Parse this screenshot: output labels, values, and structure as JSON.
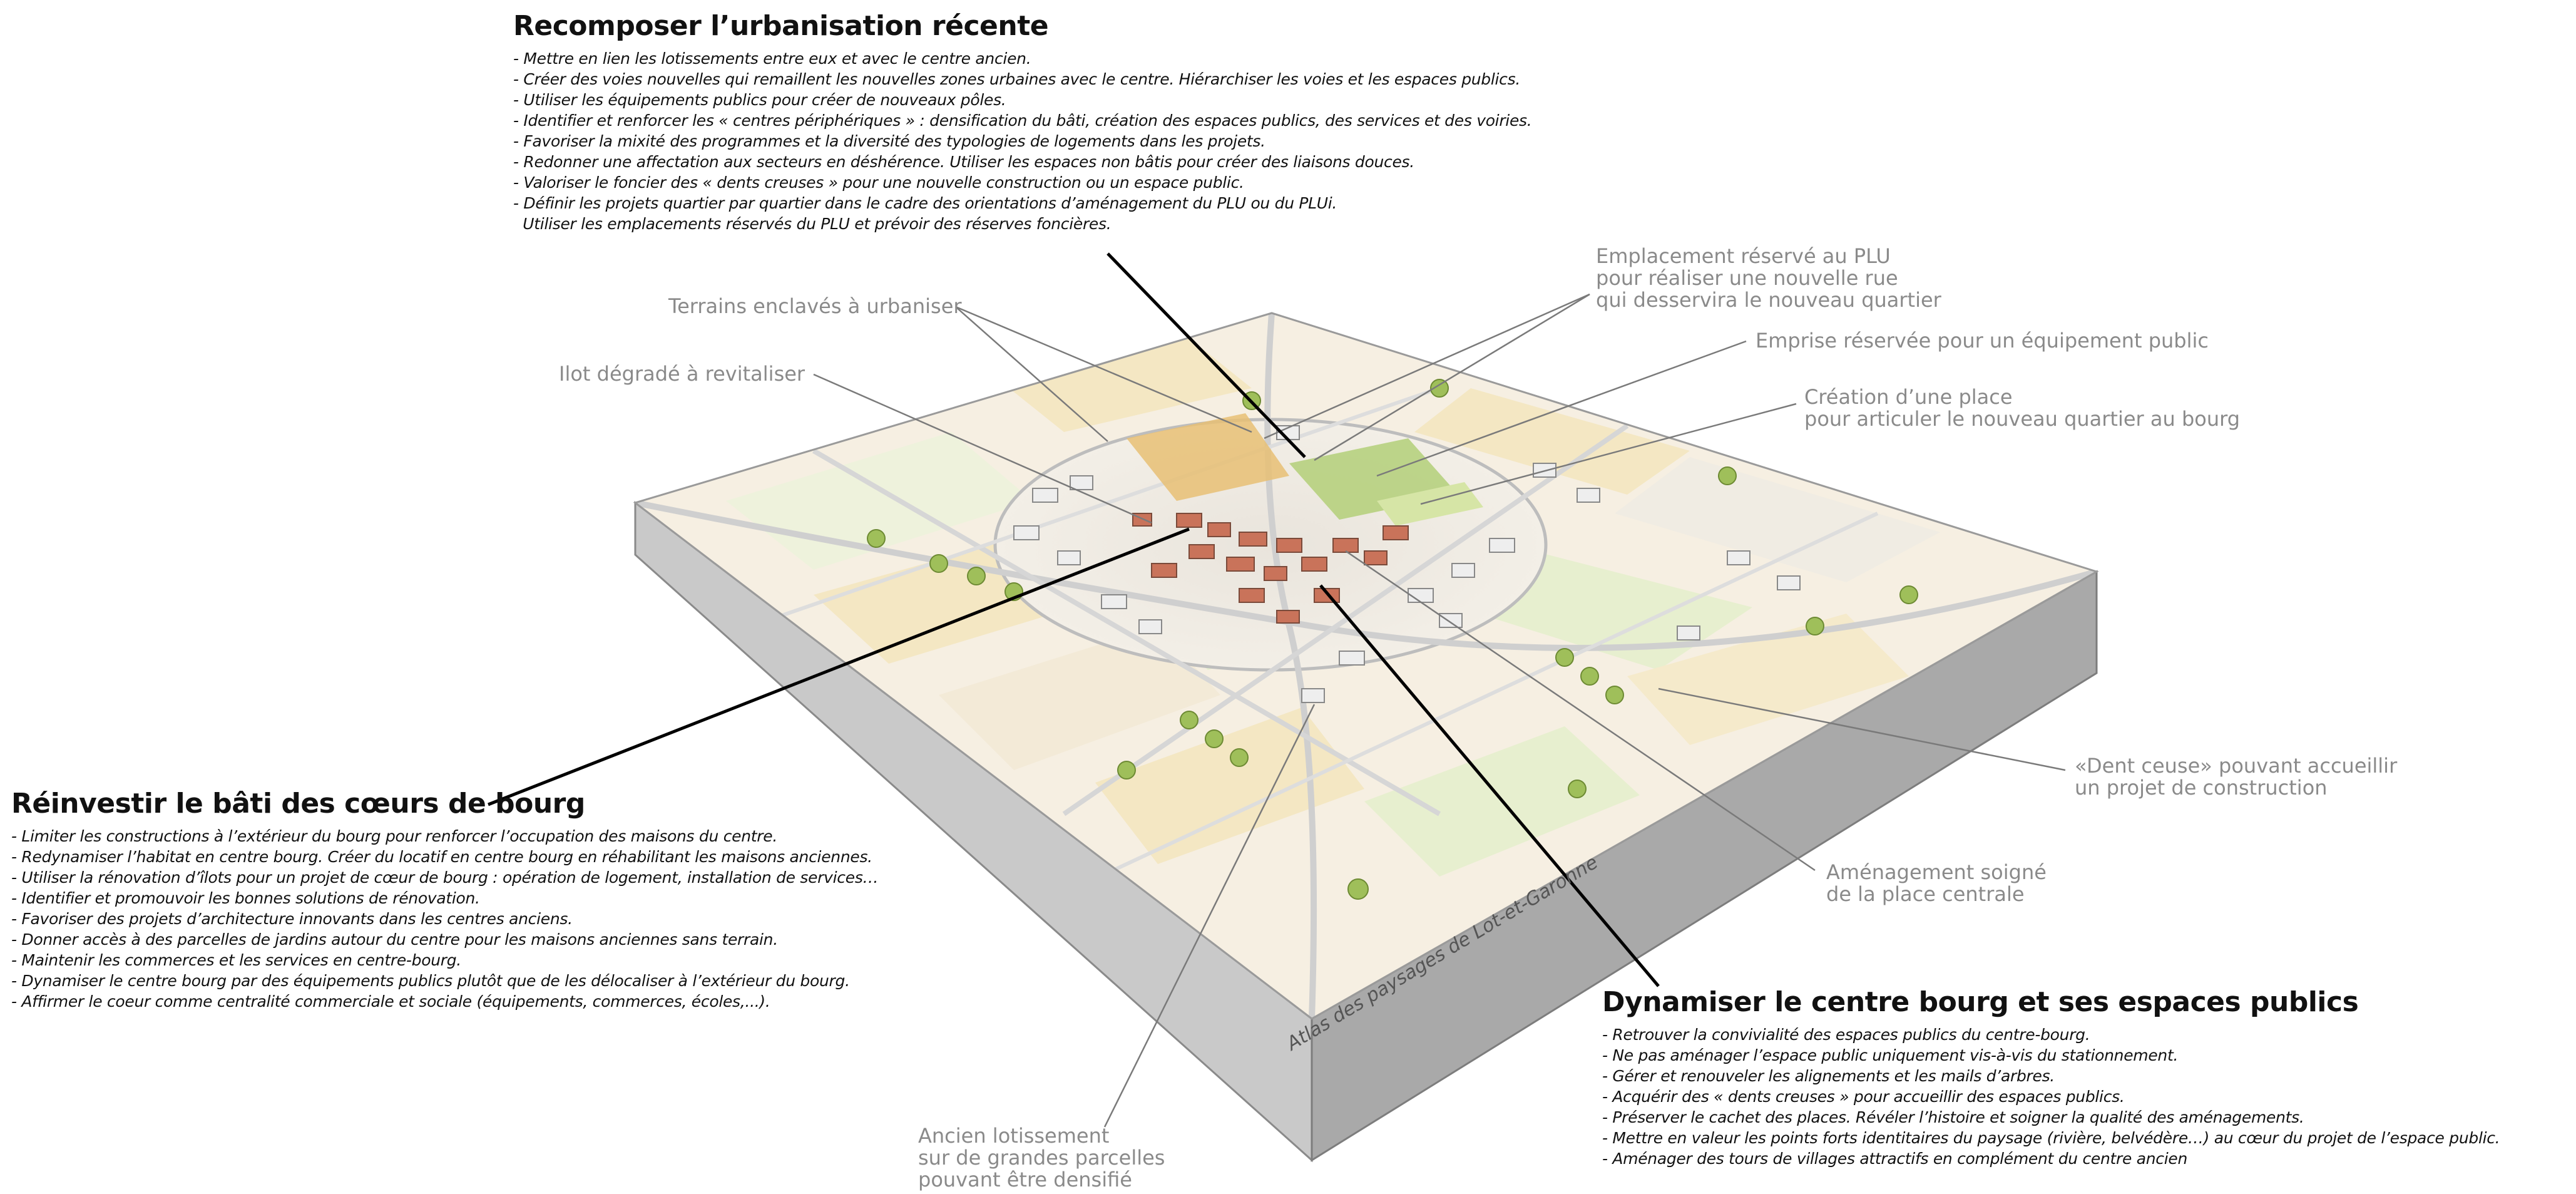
{
  "blocks": {
    "recomposer": {
      "title": "Recomposer l’urbanisation récente",
      "items": [
        "- Mettre en lien les lotissements entre eux et avec le centre ancien.",
        "- Créer des voies nouvelles qui remaillent les nouvelles zones urbaines avec le centre. Hiérarchiser les voies et les espaces publics.",
        "- Utiliser les équipements publics pour créer de nouveaux pôles.",
        "- Identifier et renforcer les « centres périphériques » : densification du bâti, création des espaces publics, des services et des voiries.",
        "- Favoriser la mixité des programmes et la diversité des typologies de logements dans les projets.",
        "- Redonner une affectation aux secteurs en déshérence. Utiliser les espaces non bâtis pour créer des liaisons douces.",
        "- Valoriser le foncier des « dents creuses » pour une nouvelle construction ou un espace public.",
        "- Définir les projets quartier par quartier dans le cadre des orientations d’aménagement du PLU ou du PLUi.",
        "  Utiliser les emplacements réservés du PLU et prévoir des réserves foncières."
      ]
    },
    "reinvestir": {
      "title": "Réinvestir le bâti des cœurs de bourg",
      "items": [
        "- Limiter les constructions à l’extérieur du bourg pour renforcer l’occupation des maisons du centre.",
        "- Redynamiser l’habitat en centre bourg. Créer du locatif en centre bourg en réhabilitant les maisons anciennes.",
        "- Utiliser la rénovation d’îlots pour un projet de cœur de bourg : opération de logement, installation de services…",
        "- Identifier et promouvoir les bonnes solutions de rénovation.",
        "- Favoriser des projets d’architecture innovants dans les centres anciens.",
        "- Donner accès à des parcelles de jardins autour du centre pour les maisons anciennes sans terrain.",
        "- Maintenir les commerces et les services en centre-bourg.",
        "- Dynamiser le centre bourg par des équipements publics plutôt que de les délocaliser à l’extérieur du bourg.",
        "- Affirmer le coeur comme centralité commerciale et sociale (équipements, commerces, écoles,...)."
      ]
    },
    "dynamiser": {
      "title": "Dynamiser le centre bourg et ses espaces publics",
      "items": [
        "- Retrouver la convivialité des espaces publics du centre-bourg.",
        "- Ne pas aménager l’espace public uniquement vis-à-vis du stationnement.",
        "- Gérer et renouveler les alignements et les mails d’arbres.",
        "- Acquérir des « dents creuses »  pour accueillir des espaces publics.",
        "- Préserver le cachet des places. Révéler l’histoire et soigner la qualité des aménagements.",
        "- Mettre en valeur les points forts identitaires du paysage (rivière, belvédère…) au cœur du projet de l’espace public.",
        "- Aménager des tours de villages attractifs en complément du centre ancien"
      ]
    }
  },
  "labels": {
    "terrains": [
      "Terrains enclavés à urbaniser"
    ],
    "ilot": [
      "Ilot dégradé à revitaliser"
    ],
    "emplacement": [
      "Emplacement réservé au PLU",
      "pour réaliser une nouvelle rue",
      "qui desservira le nouveau quartier"
    ],
    "emprise": [
      "Emprise réservée pour un équipement public"
    ],
    "place": [
      "Création d’une place",
      "pour articuler le nouveau quartier au bourg"
    ],
    "dent": [
      "«Dent ceuse» pouvant accueillir",
      "un projet de construction"
    ],
    "amenagement": [
      "Aménagement soigné",
      "de la place centrale"
    ],
    "ancien": [
      "Ancien lotissement",
      "sur de grandes parcelles",
      "pouvant être densifié"
    ]
  },
  "credit": "Atlas des paysages de Lot-et-Garonne",
  "colors": {
    "ink": "#111111",
    "label_gray": "#8a8a8a",
    "block_side": "#c9c9c9",
    "block_front": "#b3b3b3",
    "land_cream": "#f6efe2",
    "land_yellow": "#f4e7c3",
    "land_green": "#e7efcf",
    "roof": "#c9735a",
    "highlight_orange": "#e7bf74",
    "highlight_green": "#b6d07e"
  }
}
